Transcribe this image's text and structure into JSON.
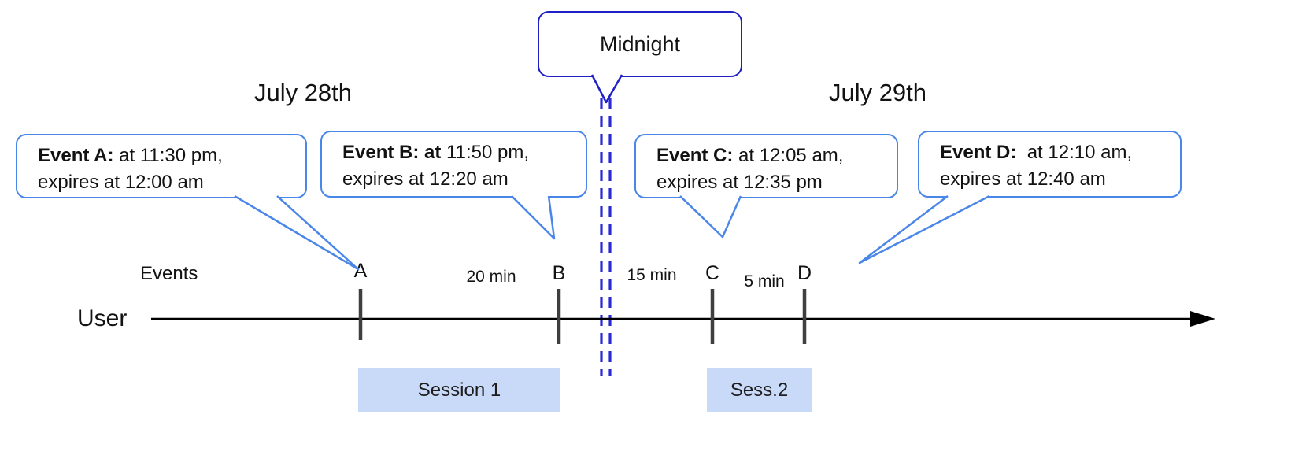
{
  "midnight": {
    "label": "Midnight"
  },
  "dates": {
    "left": "July 28th",
    "right": "July 29th"
  },
  "callouts": [
    {
      "bold": "Event A:",
      "rest": " at 11:30 pm,",
      "line2": "expires at 12:00 am"
    },
    {
      "bold": "Event B: at",
      "rest": " 11:50 pm,",
      "line2": "expires at 12:20 am"
    },
    {
      "bold": "Event C:",
      "rest": " at 12:05 am,",
      "line2": "expires at 12:35 pm"
    },
    {
      "bold": "Event D:",
      "rest": "  at 12:10 am,",
      "line2": "expires at 12:40 am"
    }
  ],
  "axis": {
    "events_label": "Events",
    "user_label": "User"
  },
  "ticks": [
    {
      "label": "A"
    },
    {
      "label": "B"
    },
    {
      "label": "C"
    },
    {
      "label": "D"
    }
  ],
  "intervals": [
    {
      "label": "20 min"
    },
    {
      "label": "15 min"
    },
    {
      "label": "5 min"
    }
  ],
  "sessions": [
    {
      "label": "Session 1"
    },
    {
      "label": "Sess.2"
    }
  ],
  "colors": {
    "callout_border": "#4a86e8",
    "midnight_border": "#1f1fc8",
    "dashed_line": "#2a2ad4",
    "session_fill": "#c9daf8",
    "timeline": "#000000",
    "tick": "#3f3f3f"
  }
}
